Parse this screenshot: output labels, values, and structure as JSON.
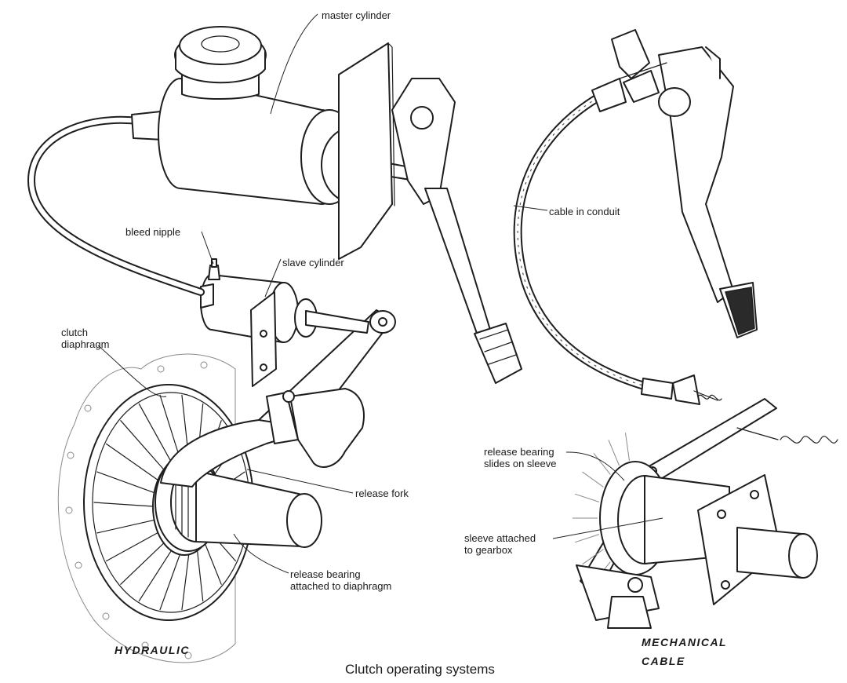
{
  "labels": {
    "master_cylinder": "master cylinder",
    "bleed_nipple": "bleed nipple",
    "slave_cylinder": "slave cylinder",
    "clutch_diaphragm": [
      "clutch",
      "diaphragm"
    ],
    "release_fork": "release fork",
    "release_bearing_diaphragm": [
      "release bearing",
      "attached to diaphragm"
    ],
    "cable_in_conduit": "cable in conduit",
    "release_bearing_sleeve": [
      "release bearing",
      "slides on sleeve"
    ],
    "sleeve_gearbox": [
      "sleeve attached",
      "to gearbox"
    ]
  },
  "systems": {
    "hydraulic": "HYDRAULIC",
    "mechanical": [
      "MECHANICAL",
      "CABLE"
    ]
  },
  "caption": "Clutch operating systems"
}
